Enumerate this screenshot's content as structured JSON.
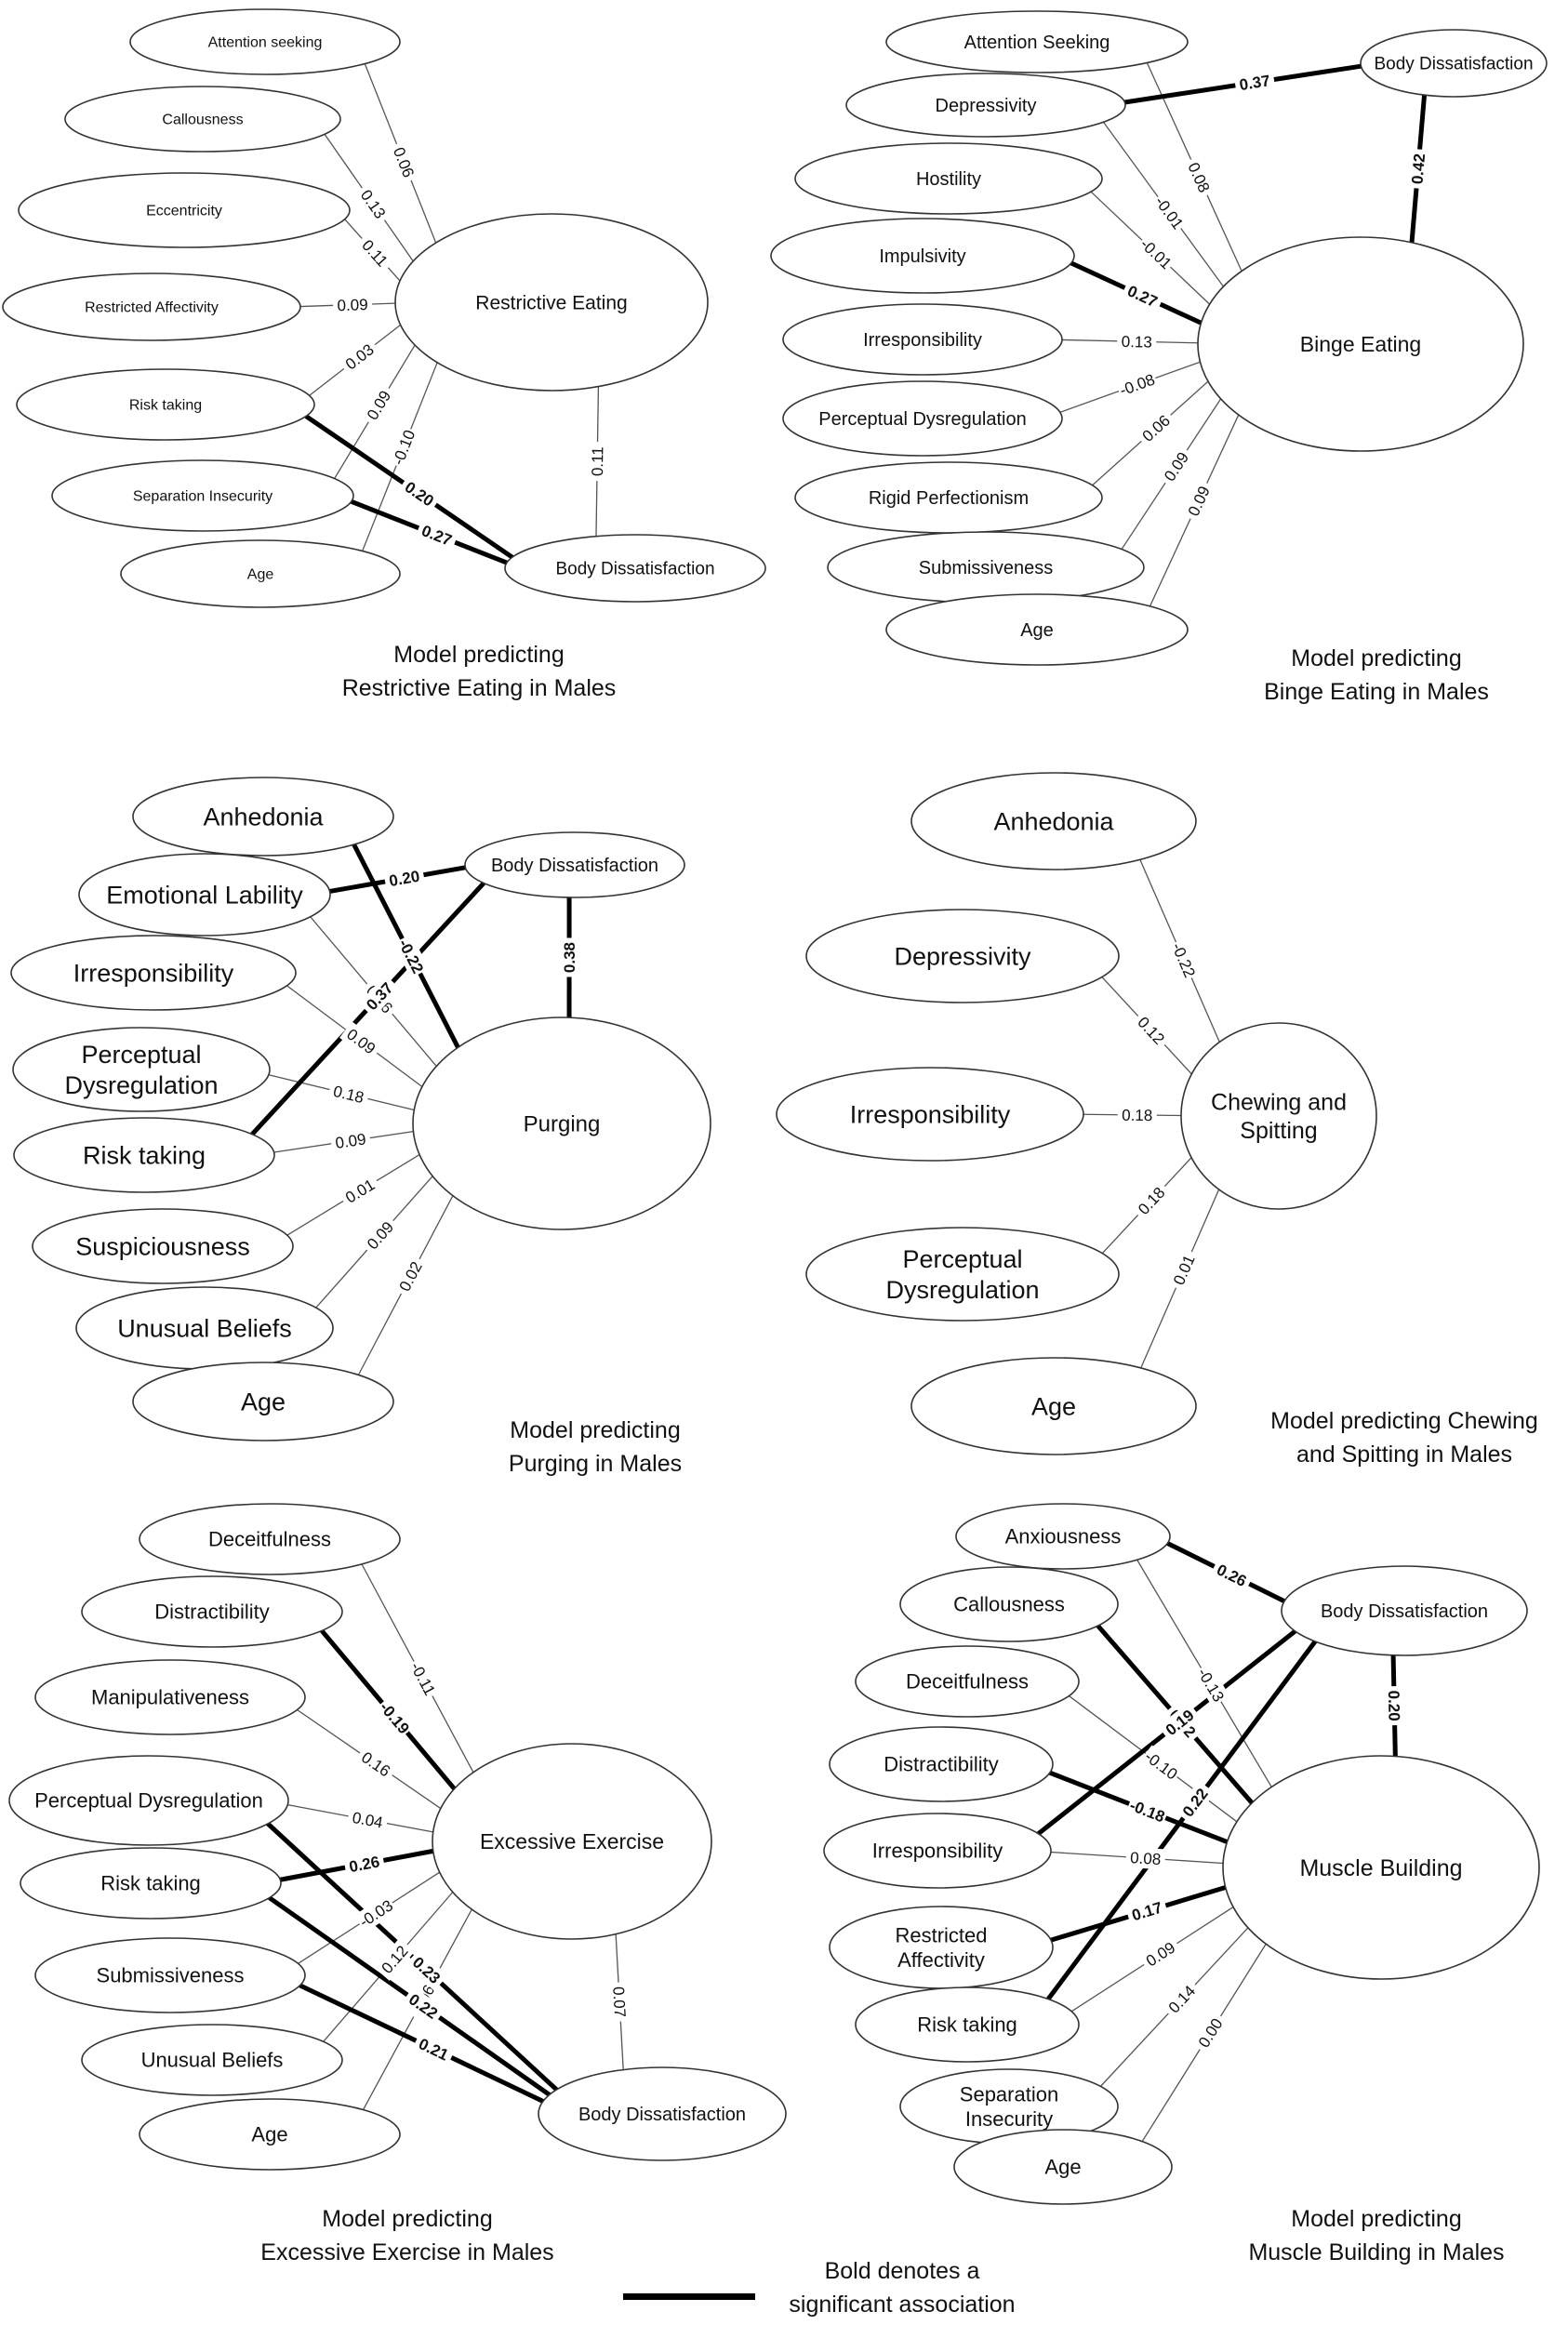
{
  "legend": {
    "label_line1": "Bold denotes a",
    "label_line2": "significant association"
  },
  "panels": [
    {
      "id": "restrictive",
      "caption": [
        "Model predicting",
        "Restrictive Eating in Males"
      ],
      "outcome": "Restrictive Eating",
      "body": "Body Dissatisfaction",
      "predictors": [
        "Attention seeking",
        "Callousness",
        "Eccentricity",
        "Restricted Affectivity",
        "Risk taking",
        "Separation Insecurity",
        "Age"
      ],
      "to_outcome": [
        "0.06",
        "0.13",
        "0.11",
        "0.09",
        "0.03",
        "0.09",
        "-0.10"
      ],
      "to_body": [
        {
          "from": 4,
          "label": "0.20",
          "sig": true
        },
        {
          "from": 5,
          "label": "0.27",
          "sig": true
        }
      ],
      "body_to_outcome": {
        "label": "0.11",
        "sig": false
      }
    },
    {
      "id": "binge",
      "caption": [
        "Model predicting",
        "Binge Eating in Males"
      ],
      "outcome": "Binge Eating",
      "body": "Body Dissatisfaction",
      "predictors": [
        "Attention Seeking",
        "Depressivity",
        "Hostility",
        "Impulsivity",
        "Irresponsibility",
        "Perceptual Dysregulation",
        "Rigid Perfectionism",
        "Submissiveness",
        "Age"
      ],
      "to_outcome": [
        "0.08",
        "-0.01",
        "-0.01",
        "0.27",
        "0.13",
        "-0.08",
        "0.06",
        "0.09",
        "0.09"
      ],
      "sig_outcome": [
        3
      ],
      "to_body": [
        {
          "from": 1,
          "label": "0.37",
          "sig": true
        }
      ],
      "body_to_outcome": {
        "label": "0.42",
        "sig": true
      }
    },
    {
      "id": "purging",
      "caption": [
        "Model predicting",
        "Purging in Males"
      ],
      "outcome": "Purging",
      "body": "Body Dissatisfaction",
      "predictors": [
        "Anhedonia",
        "Emotional Lability",
        "Irresponsibility",
        "Perceptual Dysregulation",
        "Risk taking",
        "Suspiciousness",
        "Unusual Beliefs",
        "Age"
      ],
      "to_outcome": [
        "-0.22",
        "0.06",
        "0.09",
        "0.18",
        "0.09",
        "0.01",
        "0.09",
        "0.02"
      ],
      "sig_outcome": [
        0
      ],
      "to_body": [
        {
          "from": 1,
          "label": "0.20",
          "sig": true
        },
        {
          "from": 4,
          "label": "0.37",
          "sig": true
        }
      ],
      "body_to_outcome": {
        "label": "0.38",
        "sig": true
      }
    },
    {
      "id": "chewing",
      "caption": [
        "Model predicting  Chewing",
        "and Spitting  in Males"
      ],
      "outcome": "Chewing and Spitting",
      "predictors": [
        "Anhedonia",
        "Depressivity",
        "Irresponsibility",
        "Perceptual Dysregulation",
        "Age"
      ],
      "to_outcome": [
        "-0.22",
        "0.12",
        "0.18",
        "0.18",
        "0.01"
      ]
    },
    {
      "id": "exercise",
      "caption": [
        "Model predicting",
        "Excessive Exercise in Males"
      ],
      "outcome": "Excessive Exercise",
      "body": "Body Dissatisfaction",
      "predictors": [
        "Deceitfulness",
        "Distractibility",
        "Manipulativeness",
        "Perceptual Dysregulation",
        "Risk taking",
        "Submissiveness",
        "Unusual Beliefs",
        "Age"
      ],
      "to_outcome": [
        "-0.11",
        "-0.19",
        "0.16",
        "0.04",
        "0.26",
        "-0.03",
        "0.12",
        "0.06"
      ],
      "sig_outcome": [
        1,
        4
      ],
      "to_body": [
        {
          "from": 3,
          "label": "0.23",
          "sig": true
        },
        {
          "from": 4,
          "label": "0.22",
          "sig": true
        },
        {
          "from": 5,
          "label": "0.21",
          "sig": true
        }
      ],
      "body_to_outcome": {
        "label": "0.07",
        "sig": false
      }
    },
    {
      "id": "muscle",
      "caption": [
        "Model predicting",
        "Muscle Building in Males"
      ],
      "outcome": "Muscle Building",
      "body": "Body Dissatisfaction",
      "predictors": [
        "Anxiousness",
        "Callousness",
        "Deceitfulness",
        "Distractibility",
        "Irresponsibility",
        "Restricted Affectivity",
        "Risk taking",
        "Separation Insecurity",
        "Age"
      ],
      "to_outcome": [
        "-0.13",
        "0.22",
        "-0.10",
        "-0.18",
        "0.08",
        "0.17",
        "0.09",
        "0.14",
        "0.00"
      ],
      "sig_outcome": [
        1,
        3,
        5
      ],
      "to_body": [
        {
          "from": 0,
          "label": "0.26",
          "sig": true
        },
        {
          "from": 4,
          "label": "0.19",
          "sig": true
        },
        {
          "from": 6,
          "label": "0.22",
          "sig": true
        }
      ],
      "body_to_outcome": {
        "label": "0.20",
        "sig": true
      }
    }
  ]
}
